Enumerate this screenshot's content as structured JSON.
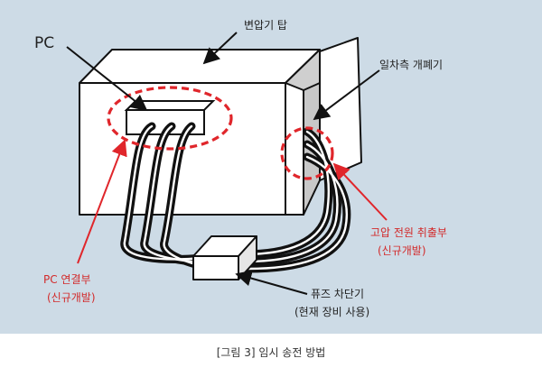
{
  "colors": {
    "panel_bg": "#cddbe6",
    "outline": "#111111",
    "box_fill": "#ffffff",
    "side_fill": "#d0d0d0",
    "accent_red": "#e0262b",
    "label_red": "#d22a2a",
    "label_dark": "#222222"
  },
  "labels": {
    "pc": "PC",
    "transformer_tower": "변압기 탑",
    "primary_switch": "일차측 개폐기",
    "hv_tap_line1": "고압 전원 취출부",
    "hv_tap_line2": "(신규개발)",
    "pc_conn_line1": "PC 연결부",
    "pc_conn_line2": "(신규개발)",
    "fuse_line1": "퓨즈 차단기",
    "fuse_line2": "(현재 장비 사용)"
  },
  "caption": "[그림 3] 임시 송전 방법"
}
